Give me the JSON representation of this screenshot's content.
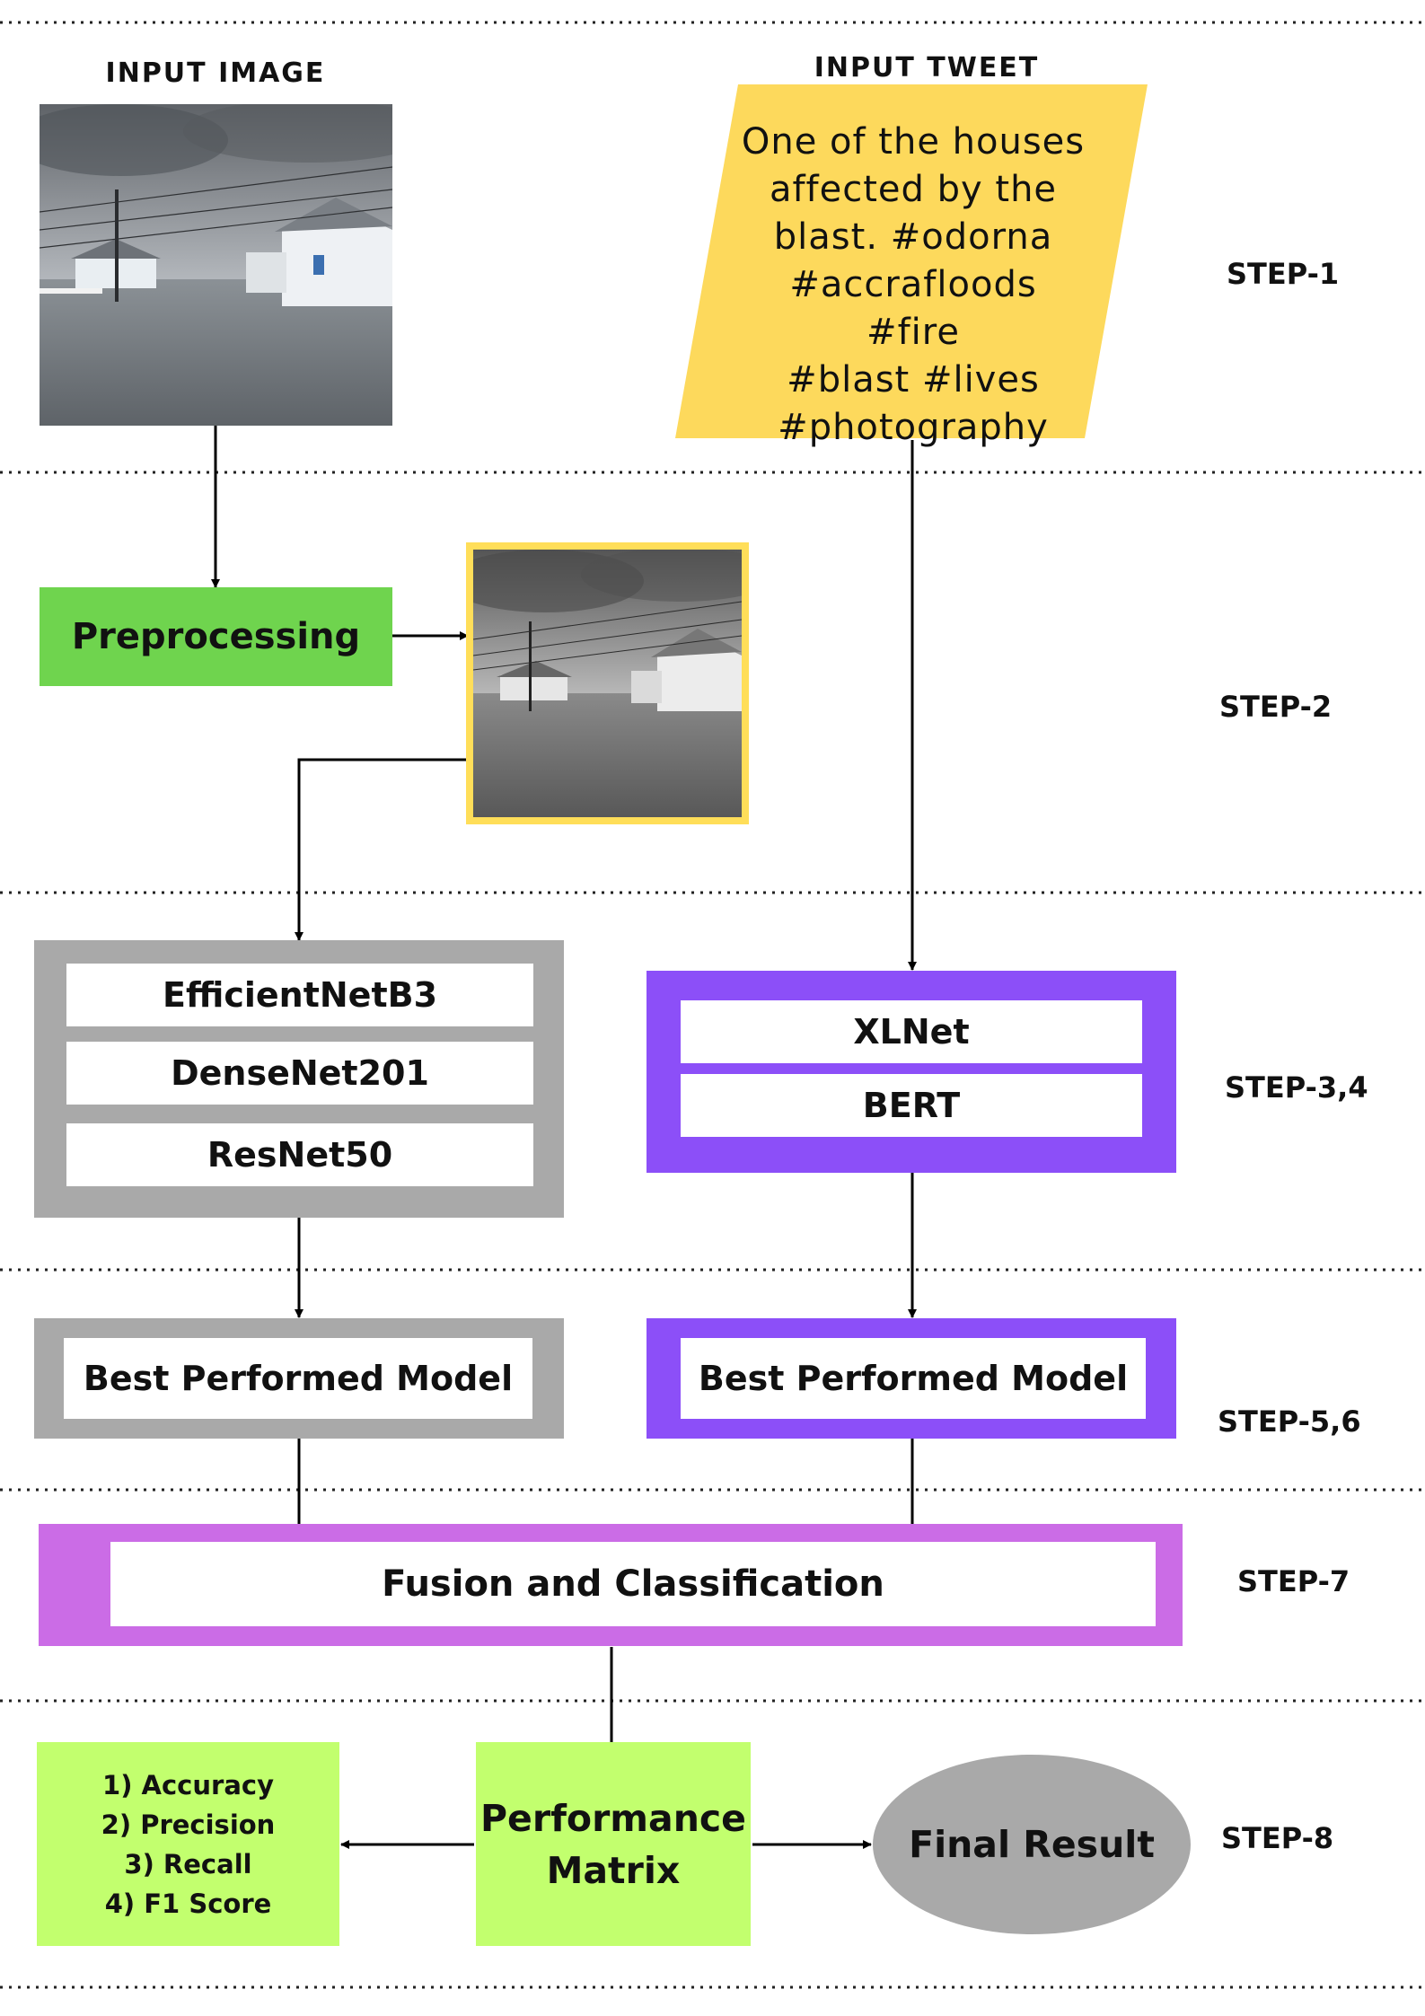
{
  "colors": {
    "tweet_fill": "#fdd95c",
    "preprocess_fill": "#6fd44e",
    "grey_frame": "#a9a9a9",
    "purple_frame": "#8c4ff8",
    "fusion_frame": "#cb6ce6",
    "lime_fill": "#c2ff6e",
    "final_fill": "#a9a9a9",
    "thumb_border": "#ffde59"
  },
  "input_image": {
    "caption": "INPUT IMAGE"
  },
  "input_tweet": {
    "caption": "INPUT TWEET",
    "lines": [
      "One of the houses",
      "affected by the",
      "blast. #odorna",
      "#accrafloods #fire",
      "#blast #lives",
      "#photography"
    ]
  },
  "steps": [
    "STEP-1",
    "STEP-2",
    "STEP-3,4",
    "STEP-5,6",
    "STEP-7",
    "STEP-8"
  ],
  "preprocessing": {
    "label": "Preprocessing"
  },
  "image_models": [
    "EfficientNetB3",
    "DenseNet201",
    "ResNet50"
  ],
  "text_models": [
    "XLNet",
    "BERT"
  ],
  "best_image_model": {
    "label": "Best Performed Model"
  },
  "best_text_model": {
    "label": "Best Performed Model"
  },
  "fusion": {
    "label": "Fusion and Classification"
  },
  "performance": {
    "lines": [
      "Performance",
      "Matrix"
    ]
  },
  "metrics": [
    "1) Accuracy",
    "2) Precision",
    "3) Recall",
    "4) F1 Score"
  ],
  "final": {
    "label": "Final Result"
  }
}
